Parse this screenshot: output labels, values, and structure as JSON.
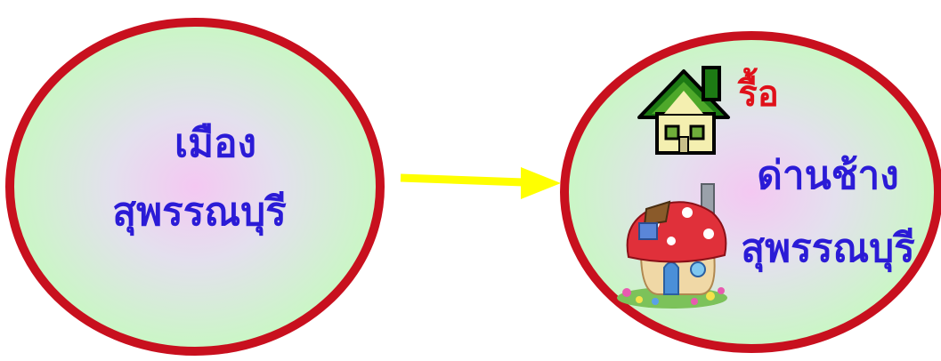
{
  "left_node": {
    "line1": "เมือง",
    "line2": "สุพรรณบุรี"
  },
  "right_node": {
    "tag": "รื้อ",
    "line1": "ด่านช้าง",
    "line2": "สุพรรณบุรี"
  },
  "colors": {
    "border": "#c8101e",
    "fill_outer": "#c9f7c4",
    "fill_center": "#f4c8f2",
    "text_blue": "#2b1bd6",
    "text_red": "#e0101a",
    "arrow": "#ffff00"
  },
  "icons": {
    "small_house": "green-roof-house-icon",
    "mushroom_house": "mushroom-house-icon"
  }
}
